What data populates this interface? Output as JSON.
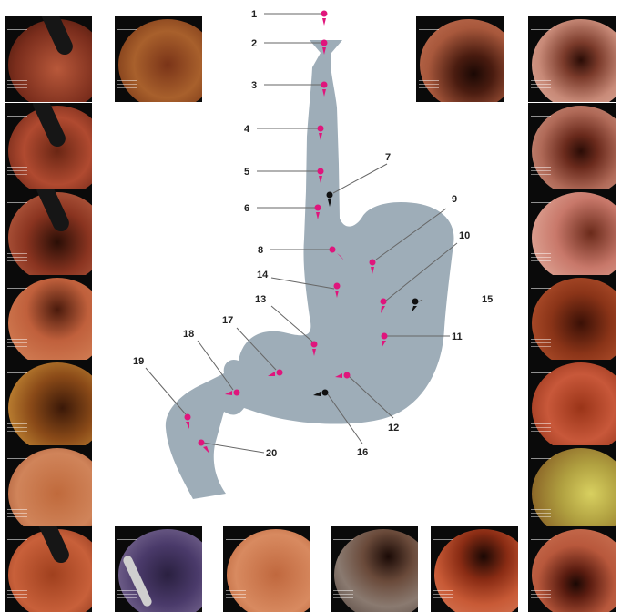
{
  "colors": {
    "stomach_fill": "#9eadb8",
    "marker_pink": "#e0157c",
    "marker_dark": "#111111",
    "leader_line": "#666666"
  },
  "labels": {
    "l1": "1",
    "l2": "2",
    "l3": "3",
    "l4": "4",
    "l5": "5",
    "l6": "6",
    "l7": "7",
    "l8": "8",
    "l9": "9",
    "l10": "10",
    "l11": "11",
    "l12": "12",
    "l13": "13",
    "l14": "14",
    "l15": "15",
    "l16": "16",
    "l17": "17",
    "l18": "18",
    "l19": "19",
    "l20": "20"
  }
}
